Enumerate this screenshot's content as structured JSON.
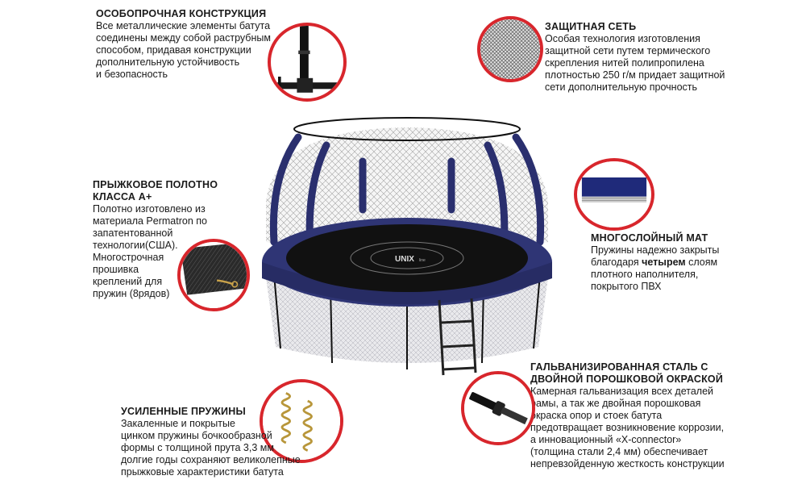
{
  "sections": {
    "construction": {
      "title": "ОСОБОПРОЧНАЯ КОНСТРУКЦИЯ",
      "lines": [
        "Все металлические элементы батута",
        "соединены между собой раструбным",
        "способом, придавая конструкции",
        "дополнительную устойчивость",
        "и безопасность"
      ]
    },
    "net": {
      "title": "ЗАЩИТНАЯ СЕТЬ",
      "lines": [
        "Особая технология изготовления",
        "защитной сети путем термического",
        "скрепления нитей полипропилена",
        "плотностью 250 г/м придает защитной",
        "сети дополнительную прочность"
      ]
    },
    "jumpmat": {
      "title_lines": [
        "ПРЫЖКОВОЕ ПОЛОТНО",
        "КЛАССА А+"
      ],
      "lines": [
        "Полотно изготовлено из",
        "материала Permatron по",
        "запатентованной",
        "технологии(США).",
        "Многострочная",
        "прошивка",
        "креплений для",
        "пружин (8рядов)"
      ]
    },
    "layered_mat": {
      "title": "МНОГОСЛОЙНЫЙ МАТ",
      "line1": "Пружины надежно закрыты",
      "line2_pre": "благодаря ",
      "line2_bold": "четырем",
      "line2_post": " слоям",
      "line3": "плотного наполнителя,",
      "line4": "покрытого ПВХ"
    },
    "steel": {
      "title_lines": [
        "ГАЛЬВАНИЗИРОВАННАЯ СТАЛЬ С",
        "ДВОЙНОЙ ПОРОШКОВОЙ ОКРАСКОЙ"
      ],
      "lines": [
        "Камерная гальванизация всех деталей",
        "рамы, а так же двойная порошковая",
        "окраска опор и стоек батута",
        "предотвращает возникновение коррозии,",
        "а инновационный «X-connector»",
        "(толщина стали 2,4 мм) обеспечивает",
        "непревзойденную жесткость конструкции"
      ]
    },
    "springs": {
      "title": "УСИЛЕННЫЕ ПРУЖИНЫ",
      "lines": [
        "Закаленные и покрытые",
        "цинком пружины бочкообразной",
        "формы с толщиной прута 3,3 мм",
        "долгие годы сохраняют великолепные",
        "прыжковые характеристики батута"
      ]
    }
  },
  "logo_text": "UNIX",
  "logo_sub": "line",
  "colors": {
    "accent": "#d8262c",
    "frame": "#2a2f6e",
    "pad": "#2f3575",
    "mat": "#111111"
  }
}
